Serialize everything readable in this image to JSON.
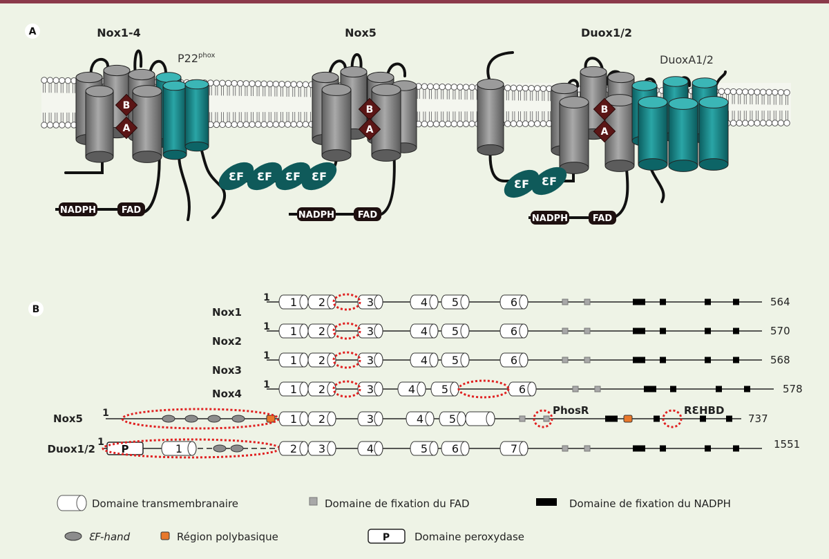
{
  "panel_a": {
    "badge": "A",
    "titles": {
      "nox14": "Nox1-4",
      "nox5": "Nox5",
      "duox": "Duox1/2"
    },
    "p22_main": "P22",
    "p22_sup": "phox",
    "duoxa": "DuoxA1/2",
    "domain_b": "B",
    "domain_a": "A",
    "ef": "ƐF",
    "nadph": "NADPH",
    "fad": "FAD"
  },
  "panel_b": {
    "badge": "B",
    "start": "1",
    "rows": [
      {
        "name": "Nox1",
        "length": "564"
      },
      {
        "name": "Nox2",
        "length": "570"
      },
      {
        "name": "Nox3",
        "length": "568"
      },
      {
        "name": "Nox4",
        "length": "578"
      },
      {
        "name": "Nox5",
        "length": "737"
      },
      {
        "name": "Duox1/2",
        "length": "1551"
      }
    ],
    "phosr": "PhosR",
    "rehbd": "RƐHBD",
    "peroxidase_letter": "P",
    "tm": [
      "1",
      "2",
      "3",
      "4",
      "5",
      "6",
      "7"
    ]
  },
  "legend": {
    "tm": "Domaine transmembranaire",
    "fad": "Domaine de fixation du FAD",
    "nadph": "Domaine de fixation du NADPH",
    "ef_hand": "ƐF-hand",
    "polybasic": "Région polybasique",
    "peroxidase": "Domaine peroxydase",
    "peroxidase_letter": "P"
  },
  "colors": {
    "background": "#eef3e6",
    "top_rule": "#8b3a4b",
    "teal": "#127f82",
    "maroon": "#5b1616",
    "ef_fill": "#0f5a5a",
    "dotted_red": "#e02020",
    "polybasic": "#e8782b"
  }
}
